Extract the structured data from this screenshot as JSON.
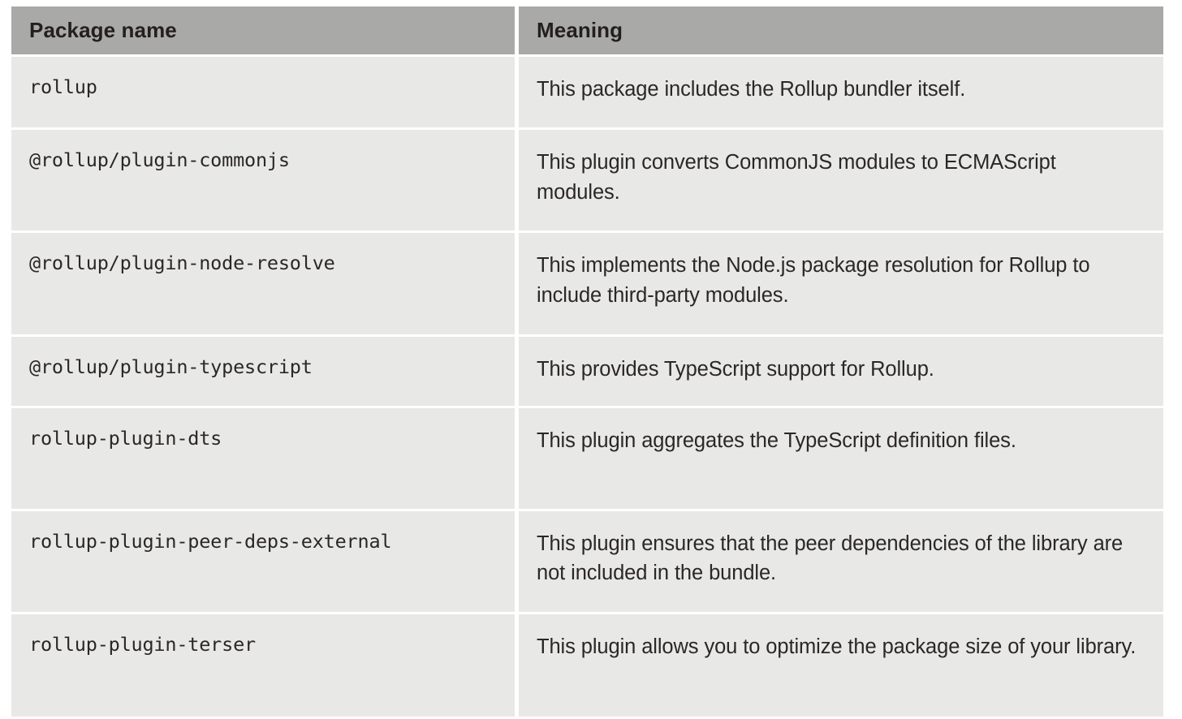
{
  "table": {
    "columns": [
      {
        "key": "package_name",
        "label": "Package name"
      },
      {
        "key": "meaning",
        "label": "Meaning"
      }
    ],
    "header_bg": "#a9a9a7",
    "cell_bg": "#e8e8e7",
    "text_color": "#2b2724",
    "rows": [
      {
        "package_name": "rollup",
        "meaning": "This package includes the Rollup bundler itself."
      },
      {
        "package_name": "@rollup/plugin-commonjs",
        "meaning": "This plugin converts CommonJS modules to ECMAScript modules."
      },
      {
        "package_name": "@rollup/plugin-node-resolve",
        "meaning": "This implements the Node.js package resolution for Rollup to include third-party modules."
      },
      {
        "package_name": "@rollup/plugin-typescript",
        "meaning": "This provides TypeScript support for Rollup."
      },
      {
        "package_name": "rollup-plugin-dts",
        "meaning": "This plugin aggregates the TypeScript definition files."
      },
      {
        "package_name": "rollup-plugin-peer-deps-external",
        "meaning": "This plugin ensures that the peer dependencies of the library are not included in the bundle."
      },
      {
        "package_name": "rollup-plugin-terser",
        "meaning": "This plugin allows you to optimize the package size of your library."
      }
    ]
  }
}
